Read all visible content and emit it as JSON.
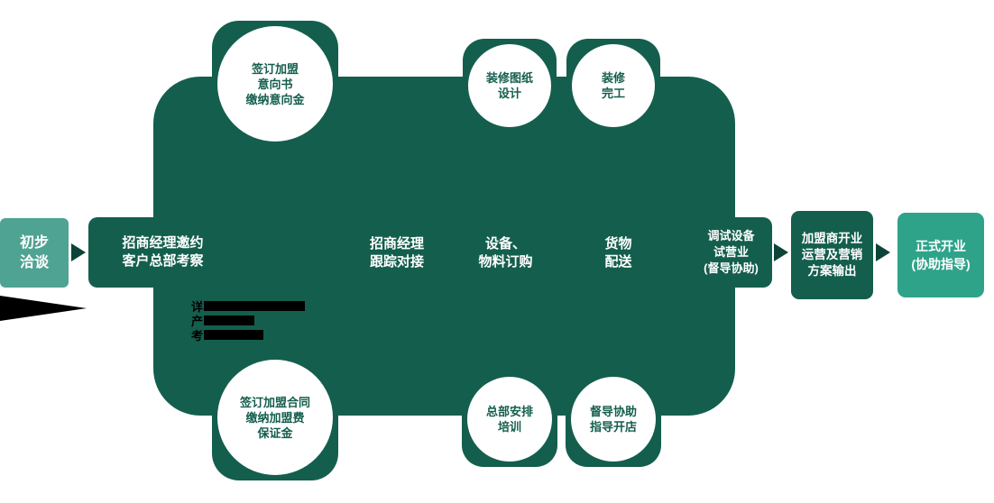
{
  "colors": {
    "dark_green": "#145E4D",
    "light_teal": "#4FA392",
    "bright_teal": "#2EA38A",
    "arrow_green": "#0C4437",
    "text_on_green": "#FFFFFF",
    "note_black": "#000000"
  },
  "start": {
    "text": "初步\n洽谈"
  },
  "band": {
    "stages": [
      {
        "text": "招商经理邀约\n客户总部考察"
      },
      {
        "text": "招商经理\n跟踪对接"
      },
      {
        "text": "设备、\n物料订购"
      },
      {
        "text": "货物\n配送"
      },
      {
        "text": "调试设备\n试营业\n(督导协助)"
      }
    ]
  },
  "circles_top": [
    {
      "text": "签订加盟\n意向书\n缴纳意向金"
    },
    {
      "text": "装修图纸\n设计"
    },
    {
      "text": "装修\n完工"
    }
  ],
  "circles_bottom": [
    {
      "text": "签订加盟合同\n缴纳加盟费\n保证金"
    },
    {
      "text": "总部安排\n培训"
    },
    {
      "text": "督导协助\n指导开店"
    }
  ],
  "end_boxes": [
    {
      "text": "加盟商开业\n运营及营销\n方案输出"
    },
    {
      "text": "正式开业\n(协助指导)"
    }
  ],
  "note": {
    "lines": [
      {
        "visible_char": "详"
      },
      {
        "visible_char": "产"
      },
      {
        "visible_char": "考"
      }
    ]
  }
}
